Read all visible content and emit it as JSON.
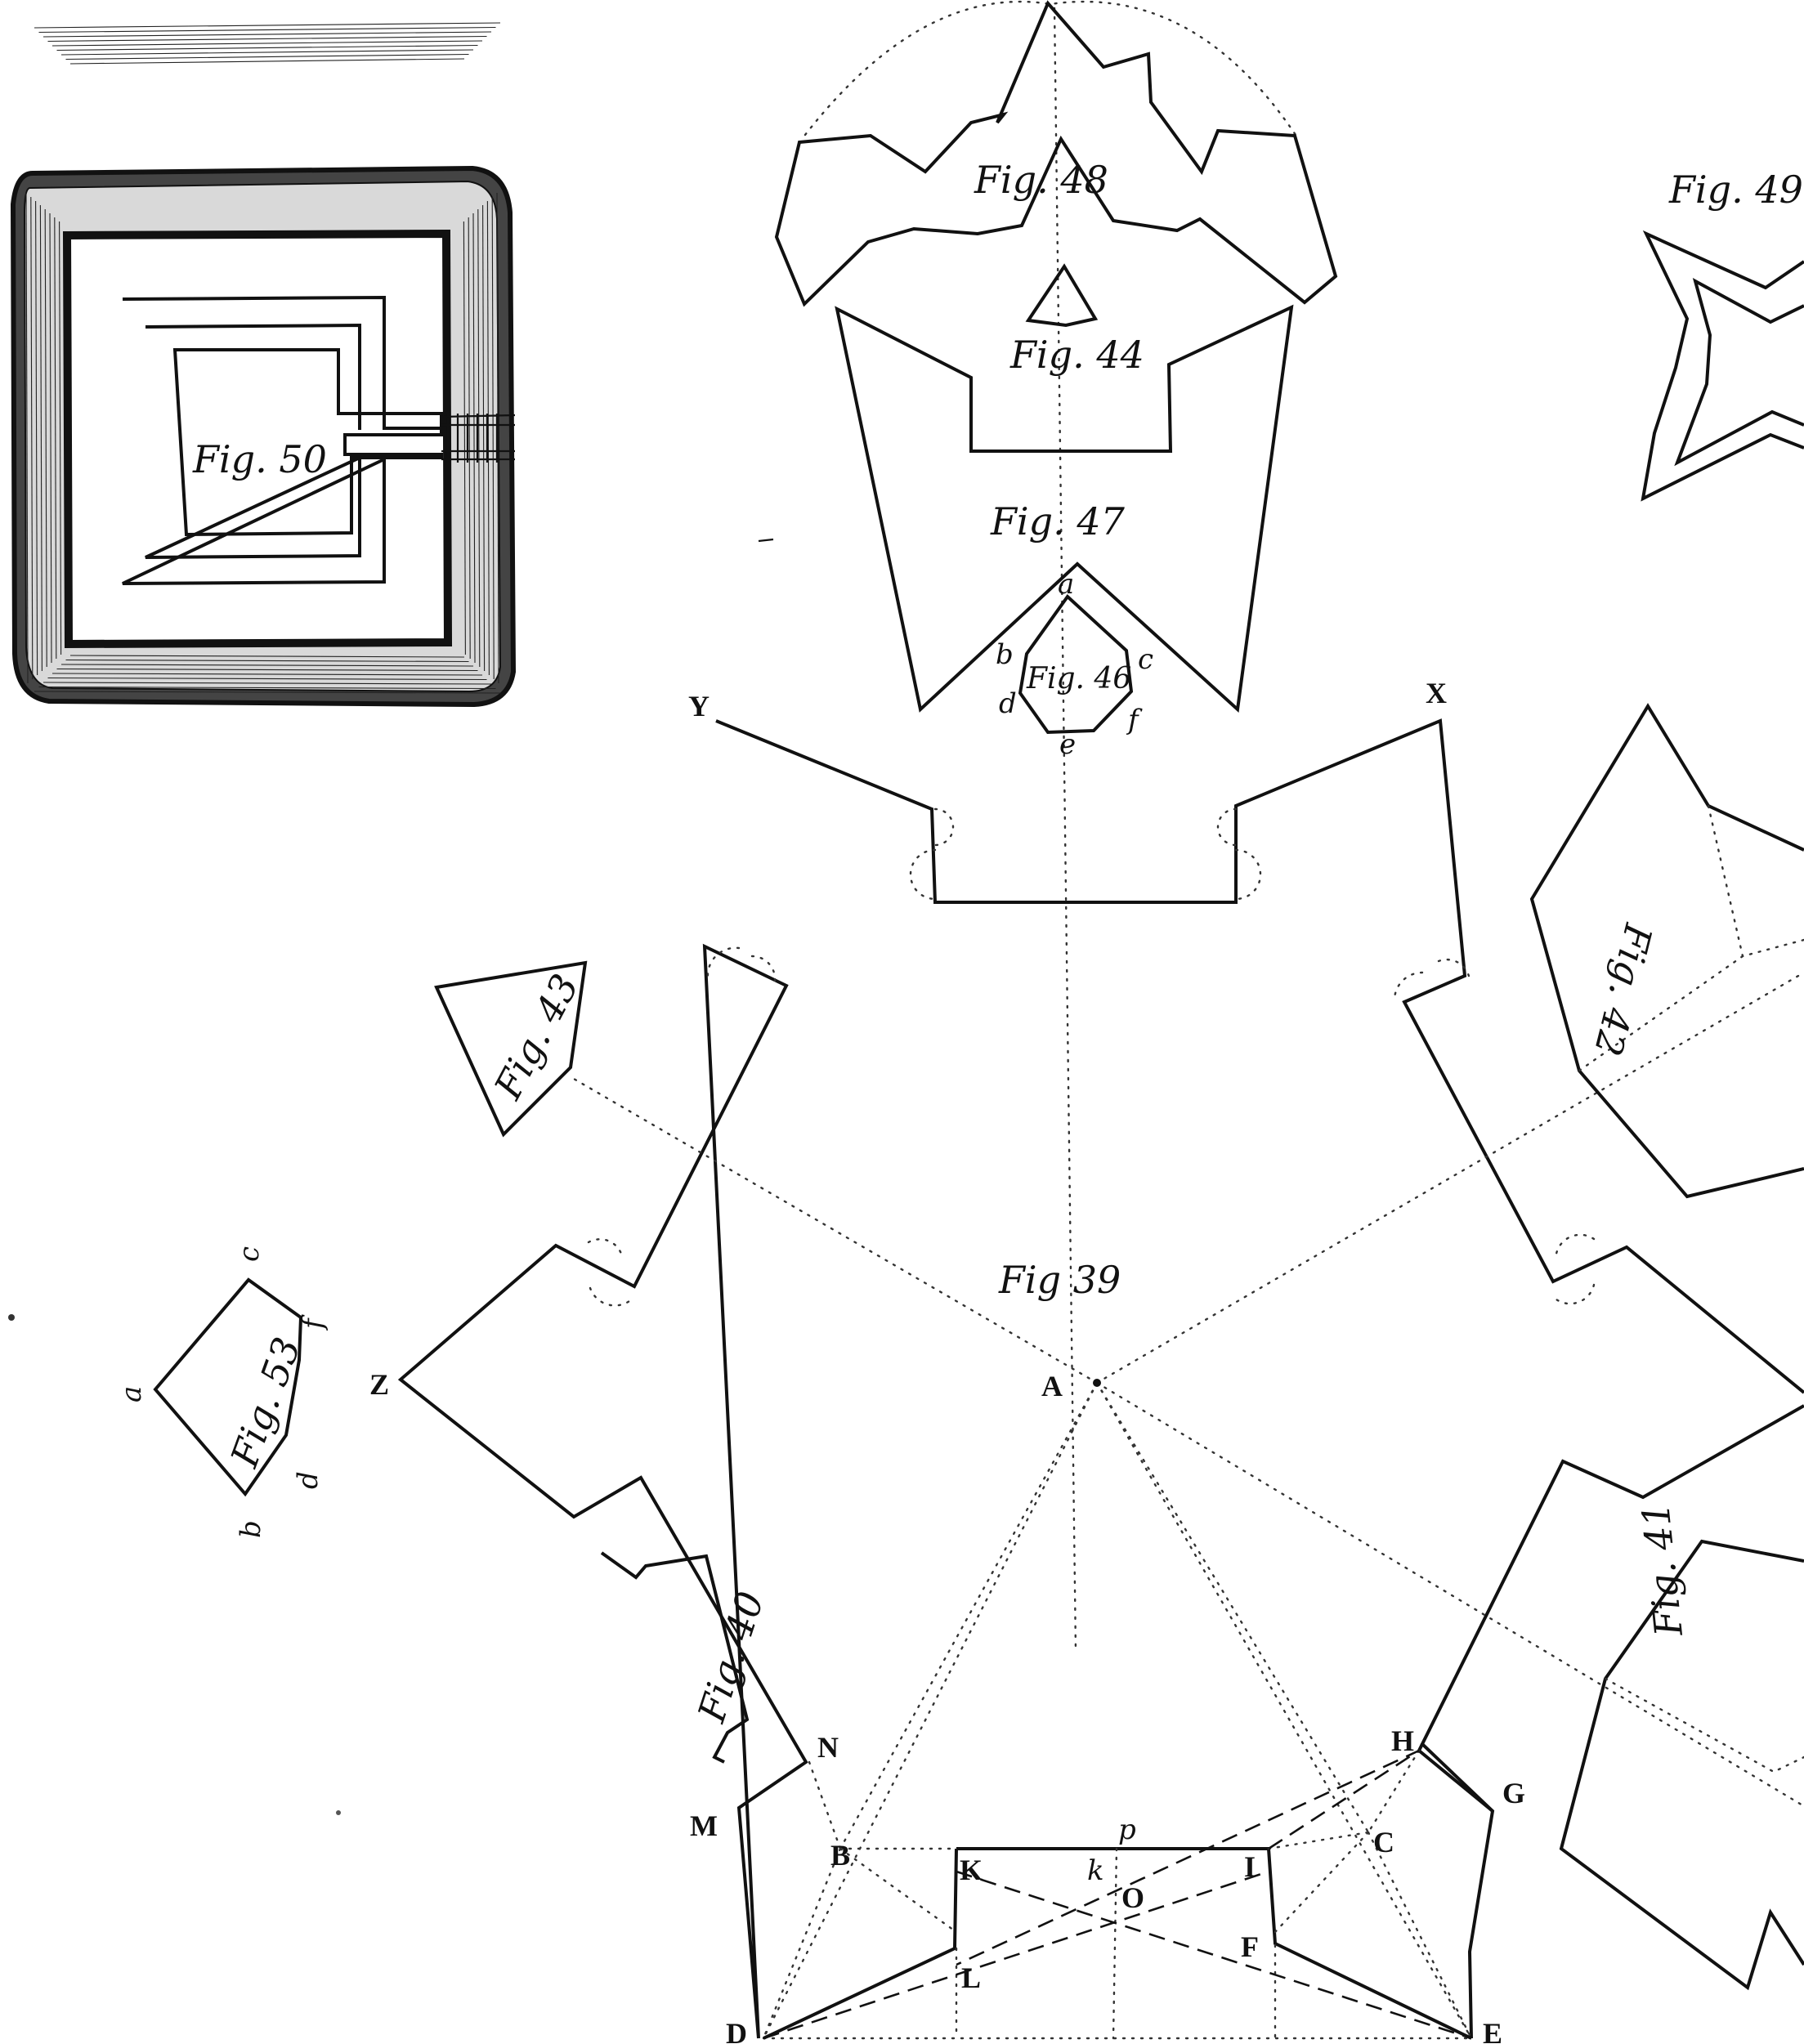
{
  "figures": {
    "fig39": "Fig 39",
    "fig40": "Fig. 40",
    "fig41": "Fig. 41",
    "fig42": "Fig. 42",
    "fig43": "Fig. 43",
    "fig44": "Fig. 44",
    "fig46": "Fig. 46",
    "fig47": "Fig. 47",
    "fig48": "Fig. 48",
    "fig49": "Fig. 49",
    "fig50": "Fig. 50",
    "fig53": "Fig. 53"
  },
  "points": {
    "A": "A",
    "B": "B",
    "C": "C",
    "D": "D",
    "E": "E",
    "F": "F",
    "G": "G",
    "H": "H",
    "I": "I",
    "K": "K",
    "L": "L",
    "M": "M",
    "N": "N",
    "O": "O",
    "X": "X",
    "Y": "Y",
    "Z": "Z",
    "k": "k",
    "p": "p"
  },
  "fig46_points": {
    "a": "a",
    "b": "b",
    "c": "c",
    "d": "d",
    "e": "e",
    "f": "f"
  },
  "fig53_points": {
    "a": "a",
    "b": "b",
    "c": "c",
    "d": "d",
    "f": "f"
  }
}
